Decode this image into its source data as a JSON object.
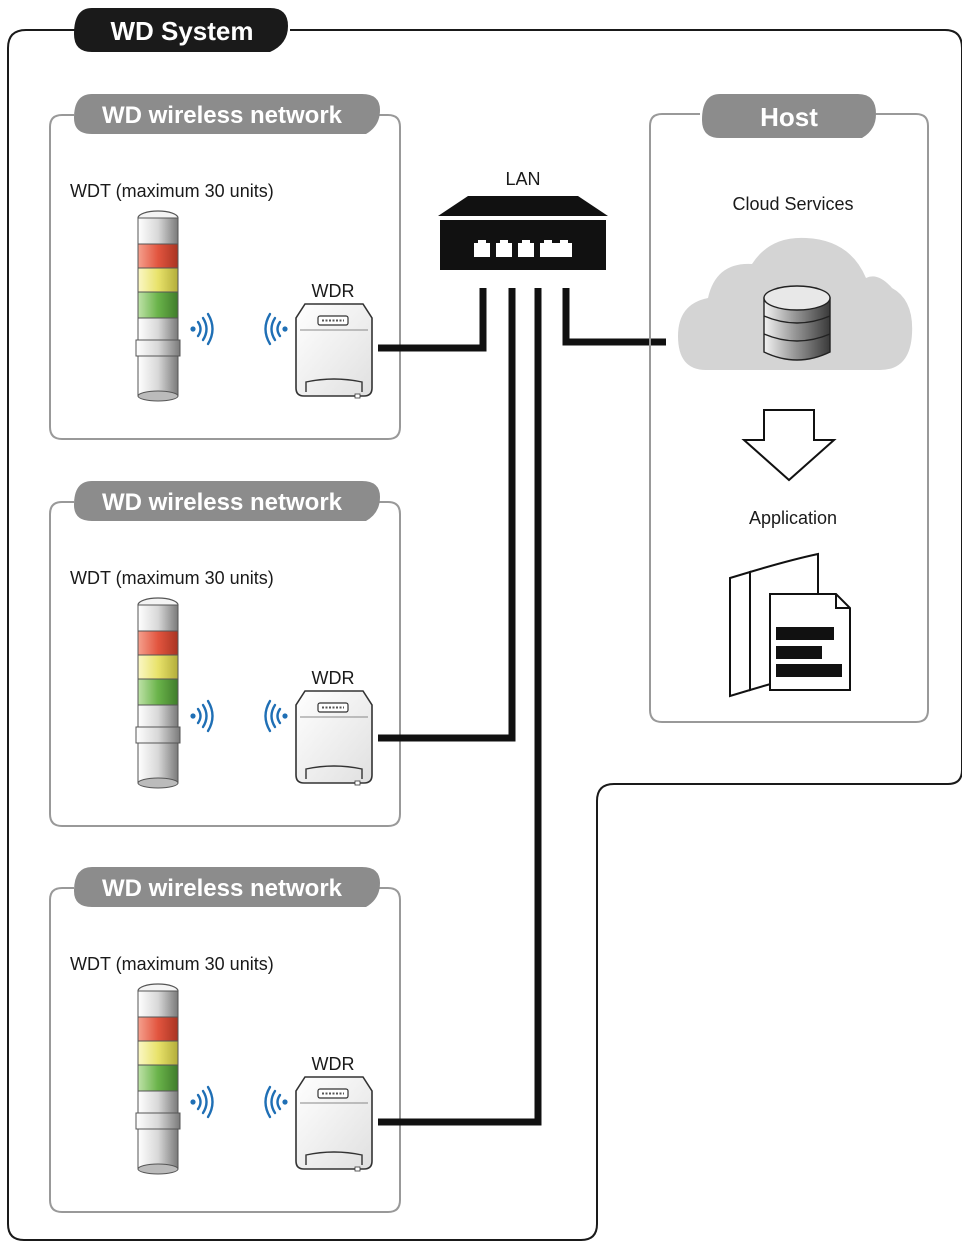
{
  "system": {
    "title": "WD System"
  },
  "lan": {
    "label": "LAN"
  },
  "networks": [
    {
      "title": "WD wireless network",
      "wdt_label": "WDT (maximum 30 units)",
      "wdr_label": "WDR"
    },
    {
      "title": "WD wireless network",
      "wdt_label": "WDT (maximum 30 units)",
      "wdr_label": "WDR"
    },
    {
      "title": "WD wireless network",
      "wdt_label": "WDT (maximum 30 units)",
      "wdr_label": "WDR"
    }
  ],
  "host": {
    "title": "Host",
    "cloud_label": "Cloud Services",
    "application_label": "Application"
  },
  "colors": {
    "pill_gray": "#8c8c8c",
    "frame_dark": "#1a1a1a",
    "signal_blue": "#1f6fb5",
    "tower_red": "#e2553f",
    "tower_yellow": "#e8e26a",
    "tower_green": "#6ab34a",
    "cloud_gray": "#d4d4d4"
  }
}
